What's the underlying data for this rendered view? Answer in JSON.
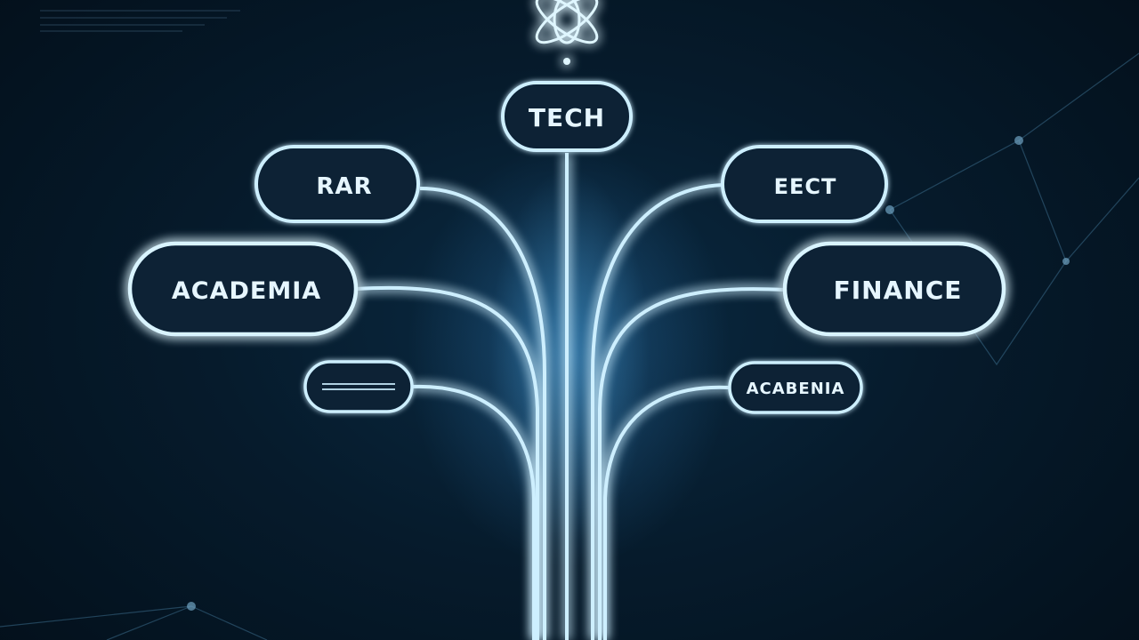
{
  "diagram": {
    "nodes": [
      {
        "id": "tech",
        "label": "TECH"
      },
      {
        "id": "rar",
        "label": "RAR"
      },
      {
        "id": "eect",
        "label": "EECT"
      },
      {
        "id": "academia_left",
        "label": "ACADEMIA"
      },
      {
        "id": "finance",
        "label": "FINANCE"
      },
      {
        "id": "small_left",
        "label": ""
      },
      {
        "id": "academia_right",
        "label": "ACABENIA"
      }
    ],
    "edges": [
      {
        "from": "tech",
        "to": "trunk"
      },
      {
        "from": "rar",
        "to": "trunk"
      },
      {
        "from": "academia_left",
        "to": "trunk"
      },
      {
        "from": "small_left",
        "to": "trunk"
      },
      {
        "from": "eect",
        "to": "trunk"
      },
      {
        "from": "finance",
        "to": "trunk"
      },
      {
        "from": "academia_right",
        "to": "trunk"
      }
    ],
    "icon": "atom-icon",
    "colors": {
      "background": "#04131f",
      "glow": "#4fb8ff",
      "stroke": "#cdefff",
      "text": "#e6f6ff"
    }
  }
}
